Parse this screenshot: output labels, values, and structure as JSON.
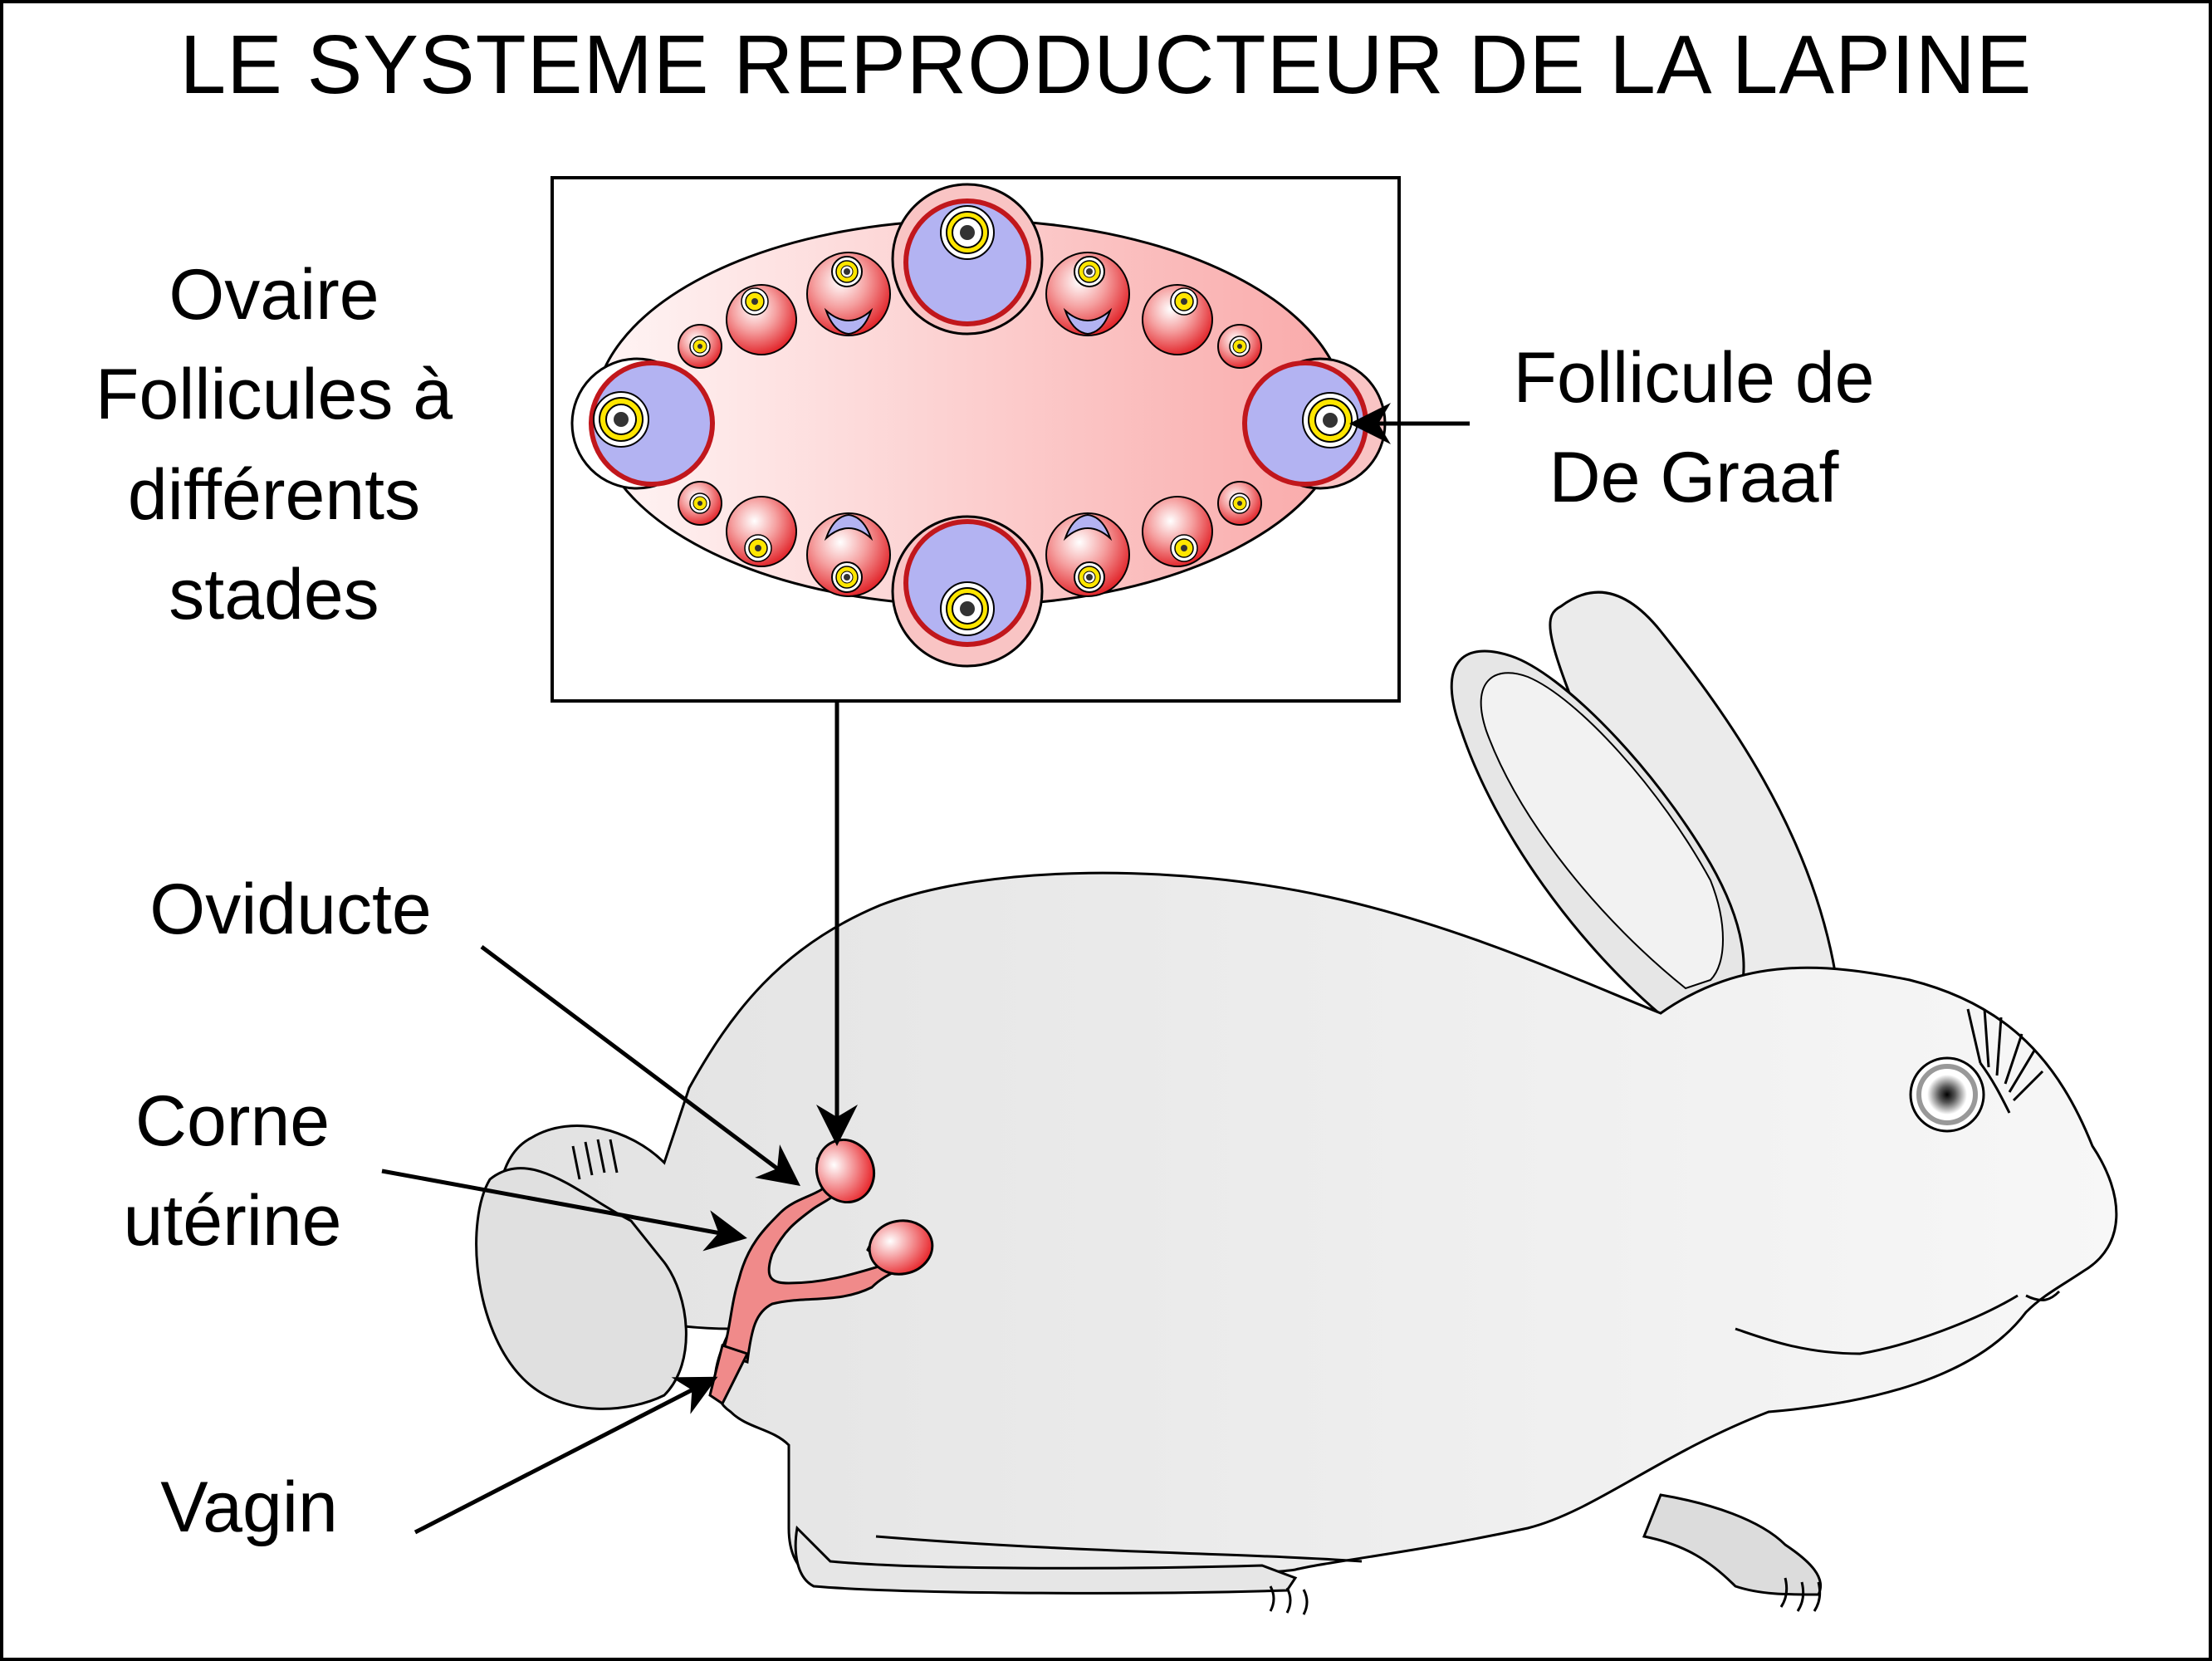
{
  "title": "LE SYSTEME REPRODUCTEUR DE LA LAPINE",
  "labels": {
    "ovary_title": "Ovaire",
    "follicles_line1": "Follicules à",
    "follicles_line2": "différents",
    "follicles_line3": "stades",
    "graaf_line1": "Follicule de",
    "graaf_line2": "De Graaf",
    "oviduct": "Oviducte",
    "horn_line1": "Corne",
    "horn_line2": "utérine",
    "vagina": "Vagin"
  },
  "colors": {
    "outline": "#000000",
    "body_fill": "#ececec",
    "ovary_fill": "#f9c4c4",
    "follicle_red": "#e8262b",
    "antrum_blue": "#b3b3f2",
    "zona_yellow": "#ffe600",
    "uterus_pink": "#f08a8a"
  }
}
